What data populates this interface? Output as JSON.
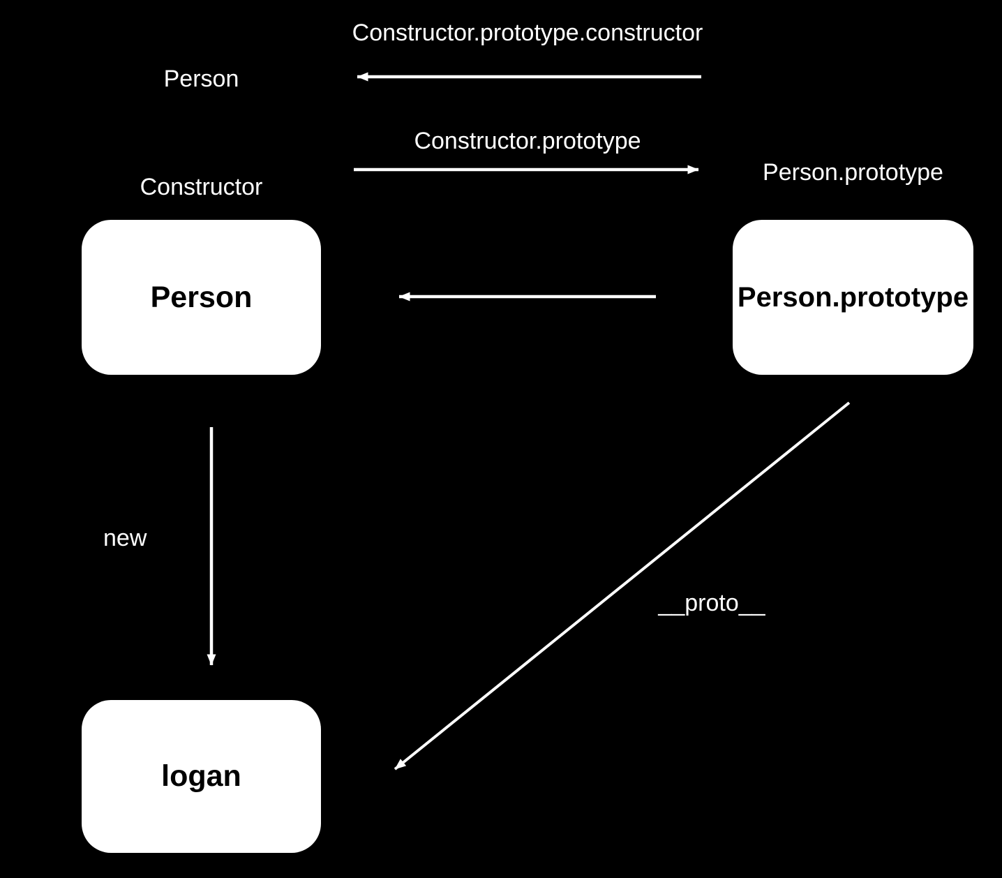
{
  "canvas": {
    "background_color": "#000000",
    "foreground_color": "#ffffff"
  },
  "annotations": {
    "top_arrow_label": "Constructor.prototype.constructor",
    "constructor_ref_label": "Person",
    "prototype_arrow_label": "Constructor.prototype",
    "prototype_ref_label": "Person.prototype",
    "constructor_role_label": "Constructor",
    "new_arrow_label": "new",
    "proto_arrow_label": "__proto__"
  },
  "nodes": {
    "constructor_box": {
      "label": "Person"
    },
    "prototype_box": {
      "label": "Person.prototype"
    },
    "instance_box": {
      "label": "logan"
    }
  }
}
